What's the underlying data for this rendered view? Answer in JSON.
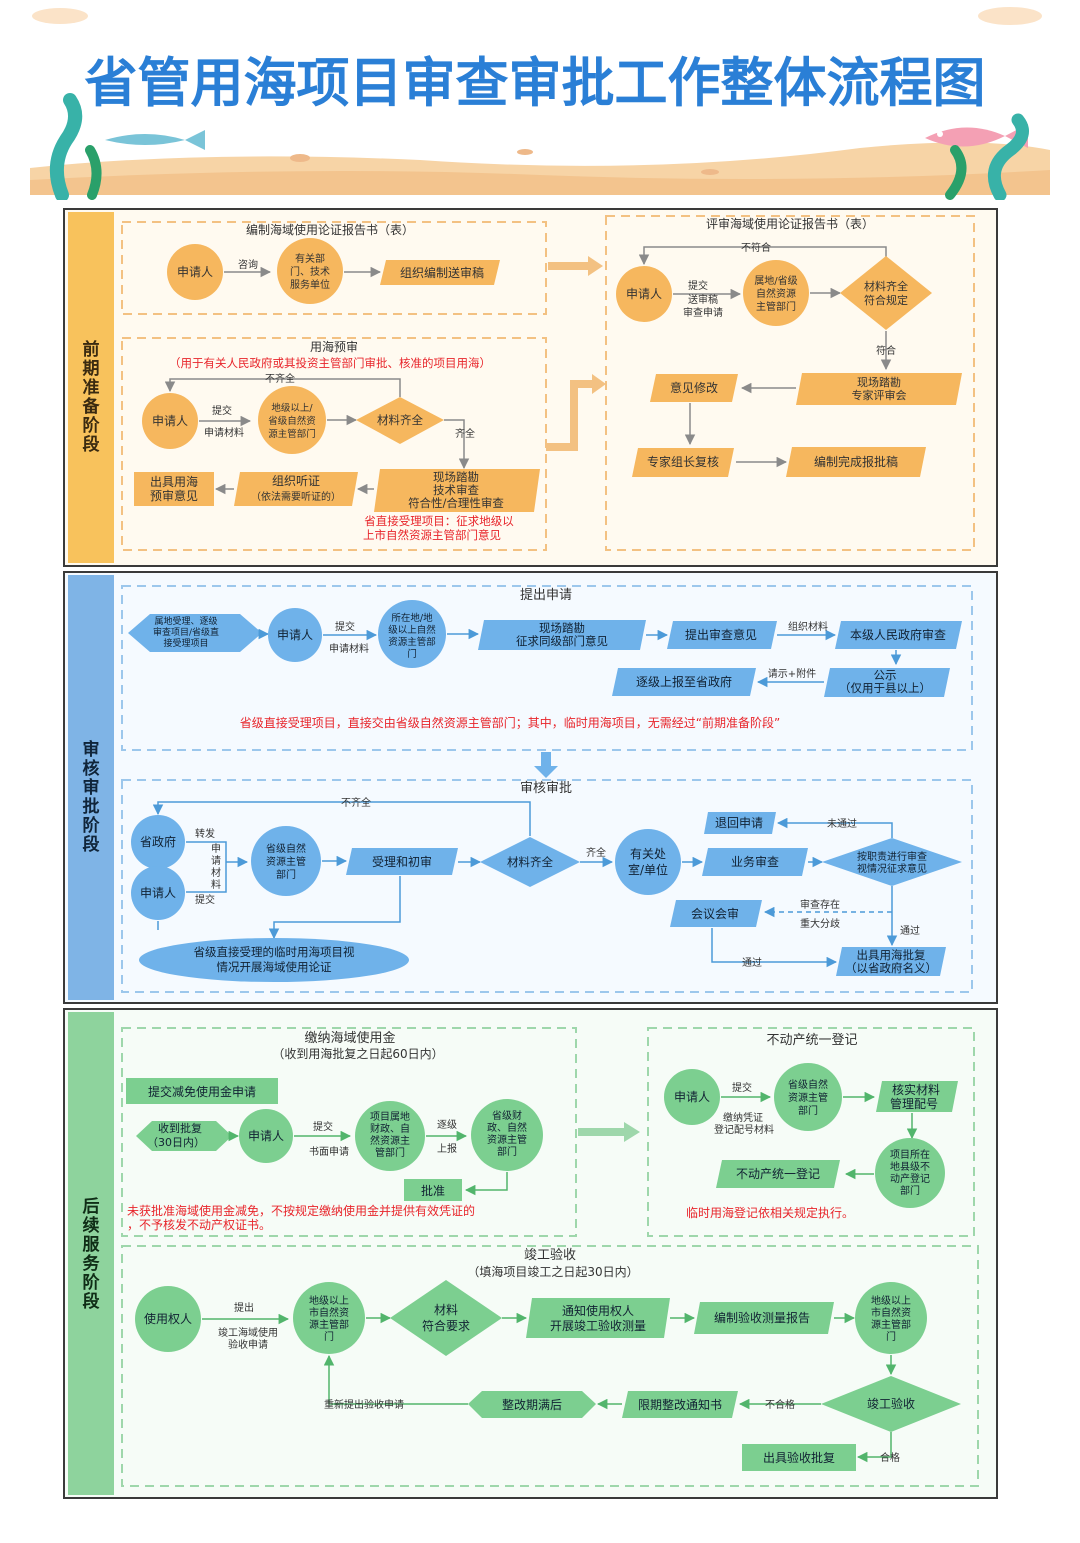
{
  "title": "省管用海项目审查审批工作整体流程图",
  "colors": {
    "title_blue": "#2a7fd6",
    "stage1_bg": "#f8c25c",
    "stage2_bg": "#7fb4e6",
    "stage3_bg": "#8ed39d",
    "orange_node": "#f6b75e",
    "blue_node": "#6fb2ea",
    "green_node": "#7ccf90",
    "red_note": "#e8252b",
    "sand": "#f7d4a6",
    "fish_pink": "#f4a0b4",
    "seaweed": "#38b2a8"
  },
  "stages": {
    "s1": "前期准备阶段",
    "s2": "审核审批阶段",
    "s3": "后续服务阶段"
  },
  "s1": {
    "prep_title": "编制海域使用论证报告书（表）",
    "applicant": "申请人",
    "consult": "咨询",
    "agency": [
      "有关部",
      "门、技术",
      "服务单位"
    ],
    "compile_send": "组织编制送审稿",
    "review_title": "评审海域使用论证报告书（表）",
    "not_match": "不符合",
    "submit_lines": [
      "提交",
      "送审稿",
      "审查申请"
    ],
    "dept": [
      "属地/省级",
      "自然资源",
      "主管部门"
    ],
    "complete_match": [
      "材料齐全",
      "符合规定"
    ],
    "match": "符合",
    "opinion_modify": "意见修改",
    "site_expert": [
      "现场踏勘",
      "专家评审会"
    ],
    "leader_review": "专家组长复核",
    "final_draft": "编制完成报批稿",
    "pre_title": "用海预审",
    "pre_note": "（用于有关人民政府或其投资主管部门审批、核准的项目用海）",
    "incomplete": "不齐全",
    "submit": "提交",
    "apply_material": "申请材料",
    "local_dept": [
      "地级以上/",
      "省级自然资",
      "源主管部门"
    ],
    "material_complete": "材料齐全",
    "complete": "齐全",
    "issue_opinion": [
      "出具用海",
      "预审意见"
    ],
    "hearing": "组织听证",
    "hearing_note": "（依法需要听证的）",
    "site_tech": [
      "现场踏勘",
      "技术审查",
      "符合性/合理性审查"
    ],
    "red_note": [
      "省直接受理项目：征求地级以",
      "上市自然资源主管部门意见"
    ]
  },
  "s2": {
    "apply_title": "提出申请",
    "local_accept": [
      "属地受理、逐级",
      "审查项目/省级直",
      "接受理项目"
    ],
    "applicant": "申请人",
    "submit": "提交",
    "apply_material": "申请材料",
    "local_dept": [
      "所在地/地",
      "级以上自然",
      "资源主管部",
      "门"
    ],
    "site_solicit": [
      "现场踏勘",
      "征求同级部门意见"
    ],
    "review_opinion": "提出审查意见",
    "org_material": "组织材料",
    "gov_review": "本级人民政府审查",
    "report_up": "逐级上报至省政府",
    "request_attach": "请示+附件",
    "publicity": [
      "公示",
      "（仅用于县以上）"
    ],
    "red_note": "省级直接受理项目，直接交由省级自然资源主管部门；其中，临时用海项目，无需经过“前期准备阶段”",
    "approve_title": "审核审批",
    "incomplete": "不齐全",
    "prov_gov": "省政府",
    "forward": "转发",
    "apply_material_v": [
      "申",
      "请",
      "材",
      "料"
    ],
    "prov_dept": [
      "省级自然",
      "资源主管",
      "部门"
    ],
    "applicant2": "申请人",
    "submit2": "提交",
    "accept_check": "受理和初审",
    "material_complete": "材料齐全",
    "complete": "齐全",
    "relevant_office": [
      "有关处",
      "室/单位"
    ],
    "business_review": "业务审查",
    "duty_review": [
      "按职责进行审查",
      "视情况征求意见"
    ],
    "return_apply": "退回申请",
    "not_pass": "未通过",
    "meeting_review": "会议会审",
    "review_exists": "审查存在",
    "major_diff": "重大分歧",
    "pass": "通过",
    "pass2": "通过",
    "approval": [
      "出具用海批复",
      "（以省政府名义）"
    ],
    "temp_proof": [
      "省级直接受理的临时用海项目视",
      "情况开展海域使用论证"
    ]
  },
  "s3": {
    "fee_title": "缴纳海域使用金",
    "fee_note": "（收到用海批复之日起60日内）",
    "reduce_apply": "提交减免使用金申请",
    "receive_approval": [
      "收到批复",
      "（30日内）"
    ],
    "applicant": "申请人",
    "submit": "提交",
    "written_apply": "书面申请",
    "local_finance": [
      "项目属地",
      "财政、自",
      "然资源主",
      "管部门"
    ],
    "step_by_step": "逐级",
    "report": "上报",
    "prov_finance": [
      "省级财",
      "政、自然",
      "资源主管",
      "部门"
    ],
    "approve": "批准",
    "red_note": [
      "未获批准海域使用金减免，不按规定缴纳使用金并提供有效凭证的",
      "，不予核发不动产权证书。"
    ],
    "register_title": "不动产统一登记",
    "applicant2": "申请人",
    "submit2": "提交",
    "prov_dept": [
      "省级自然",
      "资源主管",
      "部门"
    ],
    "pay_voucher": [
      "缴纳凭证",
      "登记配号材料"
    ],
    "verify": [
      "核实材料",
      "管理配号"
    ],
    "county_dept": [
      "项目所在",
      "地县级不",
      "动产登记",
      "部门"
    ],
    "unified_register": "不动产统一登记",
    "temp_note": "临时用海登记依相关规定执行。",
    "accept_title": "竣工验收",
    "accept_note": "（填海项目竣工之日起30日内）",
    "user": "使用权人",
    "propose": "提出",
    "accept_apply": [
      "竣工海域使用",
      "验收申请"
    ],
    "city_dept": [
      "地级以上",
      "市自然资",
      "源主管部",
      "门"
    ],
    "material_match": [
      "材料",
      "符合要求"
    ],
    "notify": [
      "通知使用权人",
      "开展竣工验收测量"
    ],
    "measure_report": "编制验收测量报告",
    "city_dept2": [
      "地级以上",
      "市自然资",
      "源主管部",
      "门"
    ],
    "resubmit": "重新提出验收申请",
    "rectify_done": "整改期满后",
    "rectify_notice": "限期整改通知书",
    "unqualified": "不合格",
    "final_accept": "竣工验收",
    "accept_reply": "出具验收批复",
    "qualified": "合格"
  }
}
